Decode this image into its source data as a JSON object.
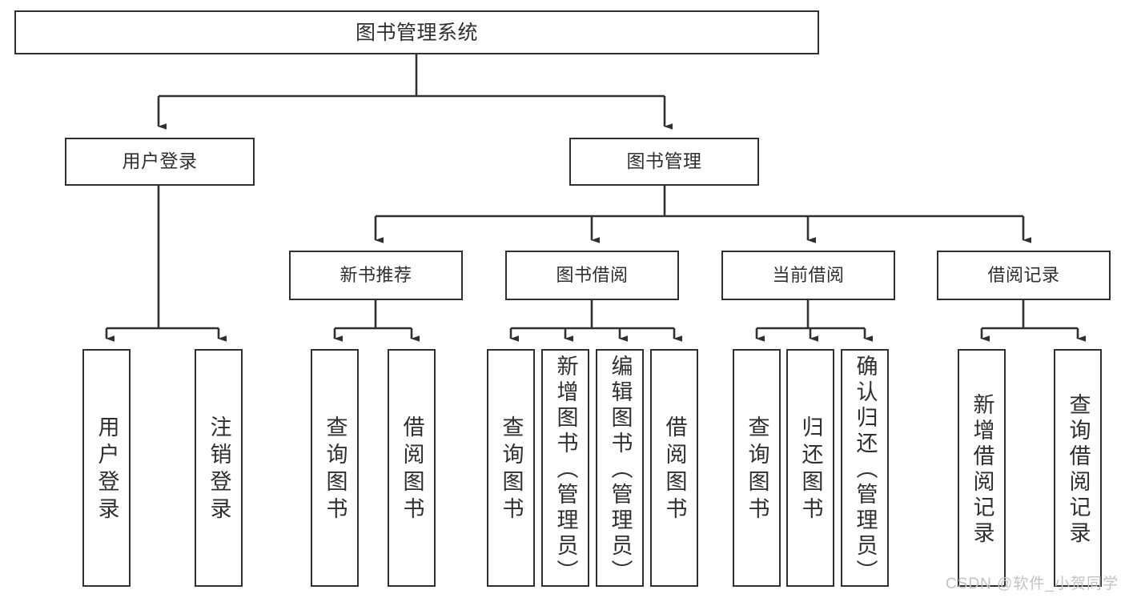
{
  "diagram": {
    "type": "tree",
    "title": "图书管理系统",
    "root": {
      "label": "图书管理系统"
    },
    "level2": [
      {
        "label": "用户登录"
      },
      {
        "label": "图书管理"
      }
    ],
    "level3": [
      {
        "label": "新书推荐"
      },
      {
        "label": "图书借阅"
      },
      {
        "label": "当前借阅"
      },
      {
        "label": "借阅记录"
      }
    ],
    "leaves": {
      "user_login": [
        {
          "label": "用户登录"
        },
        {
          "label": "注销登录"
        }
      ],
      "new_book_recommend": [
        {
          "label": "查询图书"
        },
        {
          "label": "借阅图书"
        }
      ],
      "book_borrow": [
        {
          "label": "查询图书"
        },
        {
          "label": "新增图书（管理员）"
        },
        {
          "label": "编辑图书（管理员）"
        },
        {
          "label": "借阅图书"
        }
      ],
      "current_borrow": [
        {
          "label": "查询图书"
        },
        {
          "label": "归还图书"
        },
        {
          "label": "确认归还（管理员）"
        }
      ],
      "borrow_record": [
        {
          "label": "新增借阅记录"
        },
        {
          "label": "查询借阅记录"
        }
      ]
    }
  },
  "watermark": {
    "text": "CSDN @软件_小贺同学"
  },
  "colors": {
    "stroke": "#30302f",
    "text": "#2f2f2e",
    "background": "#ffffff",
    "watermark": "#c3c3c3"
  }
}
